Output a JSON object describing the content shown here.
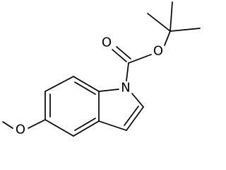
{
  "molecule": {
    "atoms": {
      "n1": "N",
      "o_carbonyl": "O",
      "o_ester": "O",
      "o_methoxy": "O"
    }
  }
}
